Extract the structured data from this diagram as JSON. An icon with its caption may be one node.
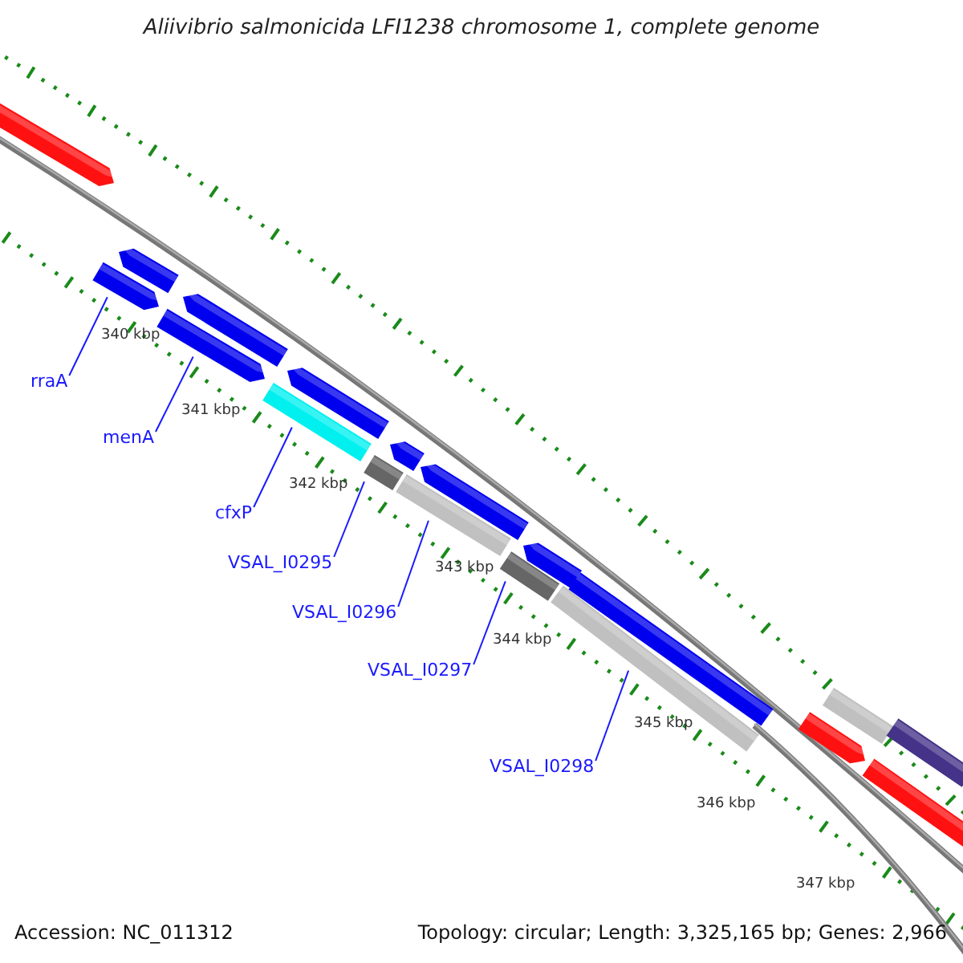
{
  "diagram": {
    "title": "Aliivibrio salmonicida LFI1238 chromosome 1, complete genome",
    "nodes": [
      {
        "text": [],
        "shape": "bar"
      },
      {
        "text": [],
        "shape": "bar"
      },
      {
        "text": [],
        "shape": "bar"
      },
      {
        "text": [],
        "shape": "bar"
      },
      {
        "text": [],
        "shape": "bar"
      },
      {
        "text": [],
        "shape": "bar"
      },
      {
        "text": [],
        "shape": "bar"
      },
      {
        "text": [],
        "shape": "bar"
      },
      {
        "text": [],
        "shape": "bar"
      },
      {
        "text": [],
        "shape": "bar"
      },
      {
        "text": [],
        "shape": "bar"
      },
      {
        "text": [],
        "shape": "bar"
      },
      {
        "text": [],
        "shape": "bar"
      },
      {
        "text": [],
        "shape": "bar"
      },
      {
        "text": [],
        "shape": "bar"
      },
      {
        "text": [],
        "shape": "bar"
      },
      {
        "text": [],
        "shape": "bar"
      },
      {
        "text": [],
        "shape": "bar"
      },
      {
        "text": [],
        "shape": "bar"
      },
      {
        "text": [
          "rraA"
        ]
      },
      {
        "text": [
          "menA"
        ]
      },
      {
        "text": [
          "cfxP"
        ]
      },
      {
        "text": [
          "VSAL_I0295"
        ]
      },
      {
        "text": [
          "VSAL_I0296"
        ]
      },
      {
        "text": [
          "VSAL_I0297"
        ]
      },
      {
        "text": [
          "VSAL_I0298"
        ]
      }
    ],
    "edges": [
      {
        "from": 19,
        "to": 2,
        "arrow": "none"
      },
      {
        "from": 20,
        "to": 4,
        "arrow": "none"
      },
      {
        "from": 21,
        "to": 6,
        "arrow": "none"
      },
      {
        "from": 22,
        "to": 8,
        "arrow": "none"
      },
      {
        "from": 23,
        "to": 10,
        "arrow": "none"
      },
      {
        "from": 24,
        "to": 12,
        "arrow": "none"
      },
      {
        "from": 25,
        "to": 14,
        "arrow": "none"
      }
    ],
    "labels": [
      "340 kbp",
      "341 kbp",
      "342 kbp",
      "343 kbp",
      "344 kbp",
      "345 kbp",
      "346 kbp",
      "347 kbp",
      "Accession: NC_011312",
      "Topology: circular; Length: 3,325,165 bp; Genes: 2,966"
    ]
  }
}
